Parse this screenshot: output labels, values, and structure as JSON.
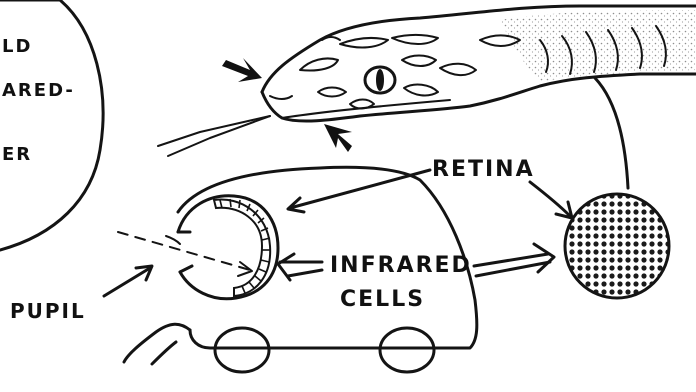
{
  "bubble": {
    "line1": "LD",
    "line2": "ARED-",
    "line3": "ER"
  },
  "labels": {
    "retina": "RETINA",
    "infrared_line1": "INFRARED",
    "infrared_line2": "CELLS",
    "pupil": "PUPIL"
  },
  "colors": {
    "ink": "#141414",
    "paper": "#ffffff"
  }
}
